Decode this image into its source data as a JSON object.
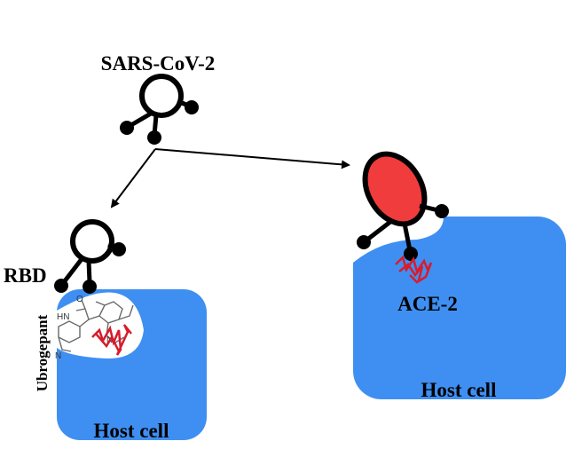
{
  "labels": {
    "virus": "SARS-CoV-2",
    "rbd": "RBD",
    "ace2": "ACE-2",
    "drug": "Ubrogepant",
    "host_cell_left": "Host cell",
    "host_cell_right": "Host cell"
  },
  "molecule_atoms": {
    "nh": "HN",
    "o": "O",
    "n_left": "N",
    "n_right": "N"
  },
  "colors": {
    "cell_blue": "#3f8ff2",
    "spike_red": "#f03c3c",
    "receptor_red": "#d81c2c",
    "outline": "#000000",
    "molecule_gray": "#6a6a6a"
  }
}
